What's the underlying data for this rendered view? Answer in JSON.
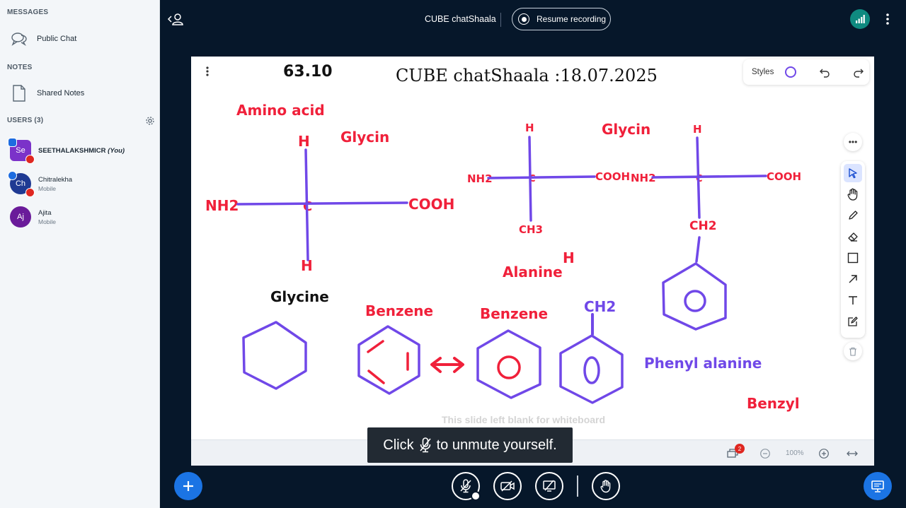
{
  "sidebar": {
    "messages_heading": "MESSAGES",
    "public_chat_label": "Public Chat",
    "notes_heading": "NOTES",
    "shared_notes_label": "Shared Notes",
    "users_heading": "USERS (3)",
    "users": [
      {
        "initials": "Se",
        "name": "SEETHALAKSHMICR",
        "you_tag": "(You)",
        "sub": "",
        "color": "#7b32c9"
      },
      {
        "initials": "Ch",
        "name": "Chitralekha",
        "sub": "Mobile",
        "color": "#1f3a93"
      },
      {
        "initials": "Aj",
        "name": "Ajita",
        "sub": "Mobile",
        "color": "#6a1b9a"
      }
    ]
  },
  "topbar": {
    "meeting_title": "CUBE chatShaala",
    "record_label": "Resume recording"
  },
  "whiteboard": {
    "styles_label": "Styles",
    "styles_color": "#7048e8",
    "blank_note": "This slide left blank for whiteboard",
    "layers_count": "2",
    "zoom_level": "100%",
    "drawing_text": {
      "number": "63.10",
      "title": "CUBE chatShaala :18.07.2025",
      "amino_acid": "Amino acid",
      "glycin_1": "Glycin",
      "h_top_1": "H",
      "nh2_1": "NH2",
      "c_1": "C",
      "cooh_1": "COOH",
      "h_bottom_1": "H",
      "h_top_2": "H",
      "nh2_2": "NH2",
      "c_2": "C",
      "cooh_2": "COOH",
      "ch3": "CH3",
      "glycin_2": "Glycin",
      "h_top_3": "H",
      "nh2_3": "NH2",
      "c_3": "C",
      "cooh_3": "COOH",
      "ch2_1": "CH2",
      "alanine": "Alanine",
      "h_alanine": "H",
      "glycine": "Glycine",
      "benzene_1": "Benzene",
      "benzene_2": "Benzene",
      "ch2_2": "CH2",
      "phenyl_alanine": "Phenyl alanine",
      "benzyl": "Benzyl"
    },
    "ink_colors": {
      "red": "#f0203a",
      "purple": "#7048e8",
      "black": "#111111"
    }
  },
  "toast": {
    "prefix": "Click",
    "suffix": "to unmute yourself."
  },
  "icons": {
    "chat": "chat-bubbles-icon",
    "notes": "document-icon",
    "settings": "gear-icon",
    "connection": "signal-bars-icon",
    "more": "vertical-dots-icon",
    "back": "user-back-icon"
  }
}
